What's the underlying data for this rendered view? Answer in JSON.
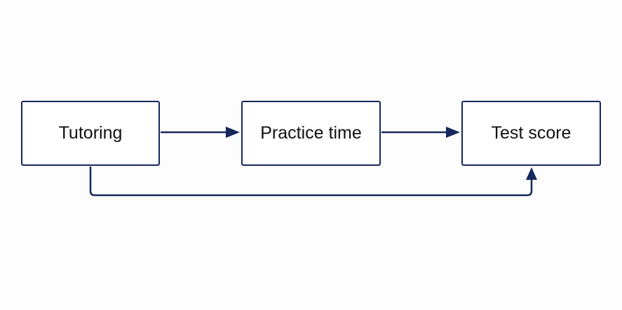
{
  "colors": {
    "stroke": "#16275c",
    "background": "#fdfdfd",
    "text": "#111111"
  },
  "nodes": [
    {
      "id": "tutoring",
      "label": "Tutoring"
    },
    {
      "id": "practice_time",
      "label": "Practice time"
    },
    {
      "id": "test_score",
      "label": "Test score"
    }
  ],
  "edges": [
    {
      "from": "tutoring",
      "to": "practice_time"
    },
    {
      "from": "practice_time",
      "to": "test_score"
    },
    {
      "from": "tutoring",
      "to": "test_score"
    }
  ]
}
